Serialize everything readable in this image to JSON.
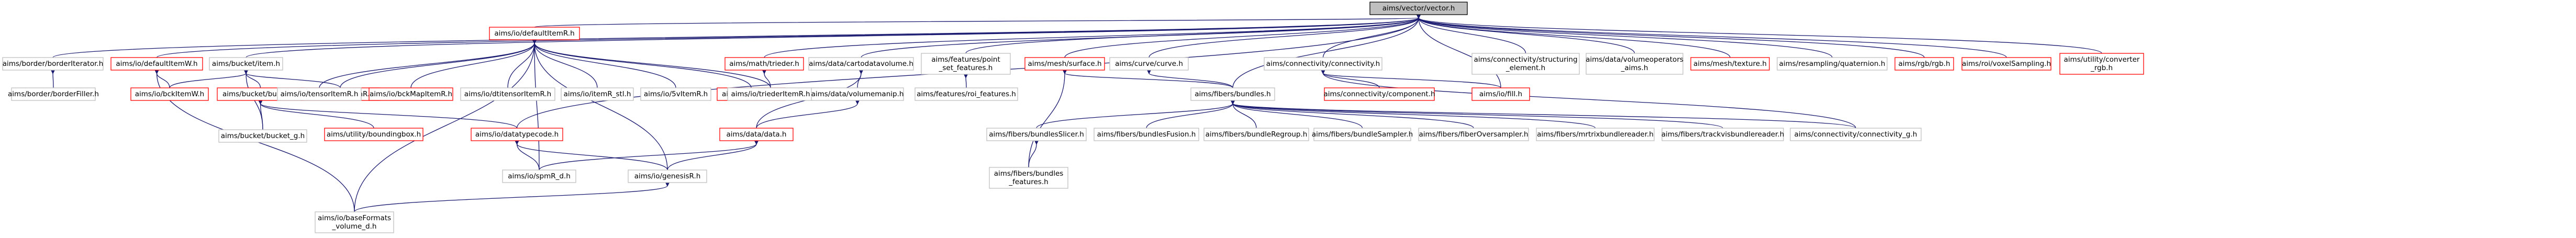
{
  "nodes": [
    {
      "id": "root",
      "lines": [
        "aims/vector/vector.h"
      ],
      "red": false,
      "root": true
    },
    {
      "id": "borderiterator",
      "lines": [
        "aims/border/borderIterator.h"
      ],
      "red": false
    },
    {
      "id": "borderfiller",
      "lines": [
        "aims/border/borderFiller.h"
      ],
      "red": false
    },
    {
      "id": "io_defaultitemw",
      "lines": [
        "aims/io/defaultItemW.h"
      ],
      "red": true
    },
    {
      "id": "io_bckitemw",
      "lines": [
        "aims/io/bckItemW.h"
      ],
      "red": true
    },
    {
      "id": "bucket_item",
      "lines": [
        "aims/bucket/item.h"
      ],
      "red": false
    },
    {
      "id": "bucket_bucket",
      "lines": [
        "aims/bucket/bucket.h"
      ],
      "red": true
    },
    {
      "id": "io_bckitemr",
      "lines": [
        "aims/io/bckItemR.h"
      ],
      "red": true
    },
    {
      "id": "bucket_g",
      "lines": [
        "aims/bucket/bucket_g.h"
      ],
      "red": false
    },
    {
      "id": "io_defaultitemr",
      "lines": [
        "aims/io/defaultItemR.h"
      ],
      "red": true
    },
    {
      "id": "io_tensoritemr",
      "lines": [
        "aims/io/tensorItemR.h"
      ],
      "red": false
    },
    {
      "id": "io_bckmapitemr",
      "lines": [
        "aims/io/bckMapItemR.h"
      ],
      "red": true
    },
    {
      "id": "io_dtitensoritemr",
      "lines": [
        "aims/io/dtitensorItemR.h"
      ],
      "red": false
    },
    {
      "id": "io_itemr_stl",
      "lines": [
        "aims/io/itemR_stl.h"
      ],
      "red": false
    },
    {
      "id": "io_svitemr",
      "lines": [
        "aims/io/5vItemR.h"
      ],
      "red": false
    },
    {
      "id": "io_meshr",
      "lines": [
        "aims/io/meshR.h"
      ],
      "red": true
    },
    {
      "id": "io_triederitemr",
      "lines": [
        "aims/io/triederItemR.h"
      ],
      "red": false
    },
    {
      "id": "utility_boundingbox",
      "lines": [
        "aims/utility/boundingbox.h"
      ],
      "red": true
    },
    {
      "id": "io_datatypecode",
      "lines": [
        "aims/io/datatypecode.h"
      ],
      "red": true
    },
    {
      "id": "io_spmr_d",
      "lines": [
        "aims/io/spmR_d.h"
      ],
      "red": false
    },
    {
      "id": "io_genesisr",
      "lines": [
        "aims/io/genesisR.h"
      ],
      "red": false
    },
    {
      "id": "io_baseformats_volume",
      "lines": [
        "aims/io/baseFormats",
        "_volume_d.h"
      ],
      "red": false
    },
    {
      "id": "math_trieder",
      "lines": [
        "aims/math/trieder.h"
      ],
      "red": true
    },
    {
      "id": "data_cartodatavolume",
      "lines": [
        "aims/data/cartodatavolume.h"
      ],
      "red": false
    },
    {
      "id": "data_volumemanip",
      "lines": [
        "aims/data/volumemanip.h"
      ],
      "red": false
    },
    {
      "id": "data_data",
      "lines": [
        "aims/data/data.h"
      ],
      "red": true
    },
    {
      "id": "features_point_set",
      "lines": [
        "aims/features/point",
        "_set_features.h"
      ],
      "red": false
    },
    {
      "id": "features_roi",
      "lines": [
        "aims/features/roi_features.h"
      ],
      "red": false
    },
    {
      "id": "mesh_surface",
      "lines": [
        "aims/mesh/surface.h"
      ],
      "red": true
    },
    {
      "id": "curve_curve",
      "lines": [
        "aims/curve/curve.h"
      ],
      "red": false
    },
    {
      "id": "fibers_bundles",
      "lines": [
        "aims/fibers/bundles.h"
      ],
      "red": false
    },
    {
      "id": "fibers_bundlesslicer",
      "lines": [
        "aims/fibers/bundlesSlicer.h"
      ],
      "red": false
    },
    {
      "id": "fibers_bundles_features",
      "lines": [
        "aims/fibers/bundles",
        "_features.h"
      ],
      "red": false
    },
    {
      "id": "fibers_bundlesfusion",
      "lines": [
        "aims/fibers/bundlesFusion.h"
      ],
      "red": false
    },
    {
      "id": "fibers_bundleregroup",
      "lines": [
        "aims/fibers/bundleRegroup.h"
      ],
      "red": false
    },
    {
      "id": "fibers_bundlesampler",
      "lines": [
        "aims/fibers/bundleSampler.h"
      ],
      "red": false
    },
    {
      "id": "fibers_fiberoversampler",
      "lines": [
        "aims/fibers/fiberOversampler.h"
      ],
      "red": false
    },
    {
      "id": "fibers_mrtrixbundlereader",
      "lines": [
        "aims/fibers/mrtrixbundlereader.h"
      ],
      "red": false
    },
    {
      "id": "fibers_trackvisbundlereader",
      "lines": [
        "aims/fibers/trackvisbundlereader.h"
      ],
      "red": false
    },
    {
      "id": "connectivity_connectivity",
      "lines": [
        "aims/connectivity/connectivity.h"
      ],
      "red": false
    },
    {
      "id": "connectivity_component",
      "lines": [
        "aims/connectivity/component.h"
      ],
      "red": true
    },
    {
      "id": "io_fill",
      "lines": [
        "aims/io/fill.h"
      ],
      "red": true
    },
    {
      "id": "connectivity_g",
      "lines": [
        "aims/connectivity/connectivity_g.h"
      ],
      "red": false
    },
    {
      "id": "connectivity_structuring",
      "lines": [
        "aims/connectivity/structuring",
        "_element.h"
      ],
      "red": false
    },
    {
      "id": "data_volumeoperators",
      "lines": [
        "aims/data/volumeoperators",
        "_aims.h"
      ],
      "red": false
    },
    {
      "id": "mesh_texture",
      "lines": [
        "aims/mesh/texture.h"
      ],
      "red": true
    },
    {
      "id": "resampling_quaternion",
      "lines": [
        "aims/resampling/quaternion.h"
      ],
      "red": false
    },
    {
      "id": "rgb_rgb",
      "lines": [
        "aims/rgb/rgb.h"
      ],
      "red": true
    },
    {
      "id": "roi_voxelsampling",
      "lines": [
        "aims/roi/voxelSampling.h"
      ],
      "red": true
    },
    {
      "id": "utility_converter_rgb",
      "lines": [
        "aims/utility/converter",
        "_rgb.h"
      ],
      "red": true
    }
  ]
}
